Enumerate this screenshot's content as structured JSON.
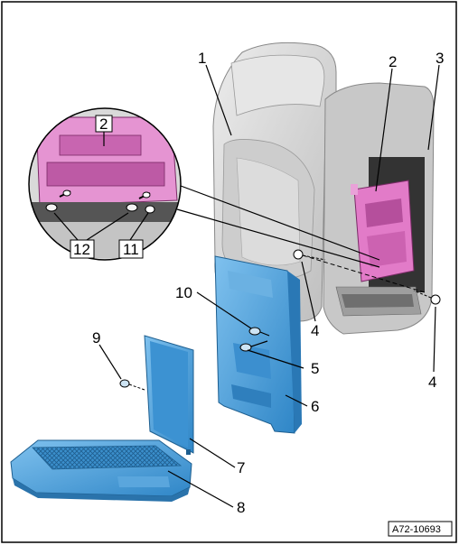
{
  "callouts": {
    "c1": "1",
    "c2": "2",
    "c3": "3",
    "c4a": "4",
    "c4b": "4",
    "c5": "5",
    "c6": "6",
    "c7": "7",
    "c8": "8",
    "c9": "9",
    "c10": "10",
    "detail_c2": "2",
    "detail_c11": "11",
    "detail_c12": "12"
  },
  "reference_code": "A72-10693",
  "colors": {
    "seat_foam": "#d6d6d6",
    "frame_magenta": "#e070c0",
    "armrest_blue": "#4a9fd8",
    "frame_outline": "#000000"
  }
}
